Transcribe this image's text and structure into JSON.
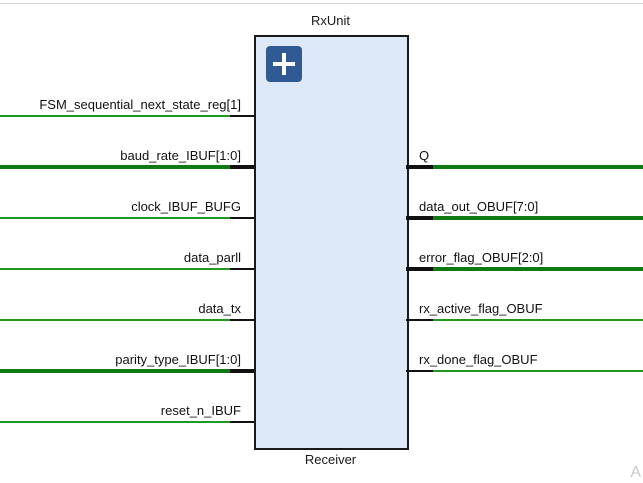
{
  "cell": {
    "instance_name": "RxUnit",
    "module_name": "Receiver",
    "expand_icon": "plus-icon"
  },
  "inputs": [
    {
      "label": "FSM_sequential_next_state_reg[1]",
      "bus": false
    },
    {
      "label": "baud_rate_IBUF[1:0]",
      "bus": true
    },
    {
      "label": "clock_IBUF_BUFG",
      "bus": false
    },
    {
      "label": "data_parll",
      "bus": false
    },
    {
      "label": "data_tx",
      "bus": false
    },
    {
      "label": "parity_type_IBUF[1:0]",
      "bus": true
    },
    {
      "label": "reset_n_IBUF",
      "bus": false
    }
  ],
  "outputs": [
    {
      "label": "Q",
      "bus": true
    },
    {
      "label": "data_out_OBUF[7:0]",
      "bus": true
    },
    {
      "label": "error_flag_OBUF[2:0]",
      "bus": true
    },
    {
      "label": "rx_active_flag_OBUF",
      "bus": false
    },
    {
      "label": "rx_done_flag_OBUF",
      "bus": false
    }
  ],
  "corner_text": "A",
  "colors": {
    "cell_fill": "#dde9f8",
    "net": "#1f9a1f",
    "bus_net": "#0f7a12",
    "expand_button": "#2f5a93"
  }
}
